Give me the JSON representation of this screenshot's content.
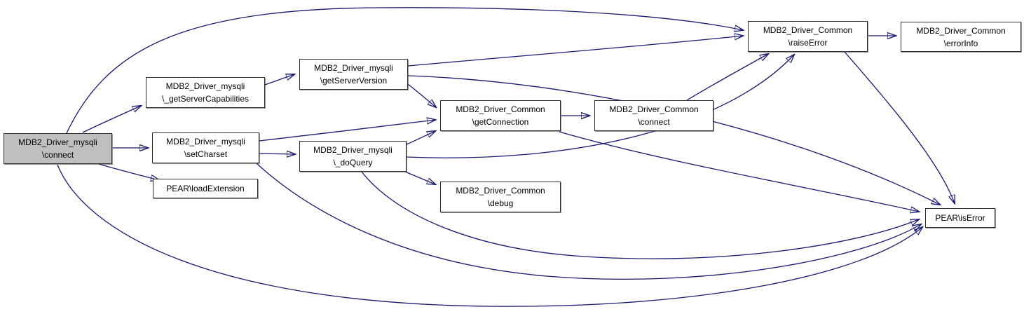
{
  "diagram": {
    "type": "doxygen-call-graph",
    "root_function": "MDB2_Driver_mysqli\\connect",
    "colors": {
      "edge_color": "#191970",
      "node_border_color": "#2e2e2e",
      "node_fill": "#ffffff",
      "highlight_fill": "#bfbfbf"
    },
    "nodes": [
      {
        "id": "mysqli-connect",
        "line1": "MDB2_Driver_mysqli",
        "line2": "\\connect",
        "highlighted": true
      },
      {
        "id": "get-server-caps",
        "line1": "MDB2_Driver_mysqli",
        "line2": "\\_getServerCapabilities",
        "highlighted": false
      },
      {
        "id": "set-charset",
        "line1": "MDB2_Driver_mysqli",
        "line2": "\\setCharset",
        "highlighted": false
      },
      {
        "id": "load-extension",
        "line1": "PEAR\\loadExtension",
        "line2": "",
        "highlighted": false
      },
      {
        "id": "get-server-version",
        "line1": "MDB2_Driver_mysqli",
        "line2": "\\getServerVersion",
        "highlighted": false
      },
      {
        "id": "do-query",
        "line1": "MDB2_Driver_mysqli",
        "line2": "\\_doQuery",
        "highlighted": false
      },
      {
        "id": "get-connection",
        "line1": "MDB2_Driver_Common",
        "line2": "\\getConnection",
        "highlighted": false
      },
      {
        "id": "debug",
        "line1": "MDB2_Driver_Common",
        "line2": "\\debug",
        "highlighted": false
      },
      {
        "id": "common-connect",
        "line1": "MDB2_Driver_Common",
        "line2": "\\connect",
        "highlighted": false
      },
      {
        "id": "raise-error",
        "line1": "MDB2_Driver_Common",
        "line2": "\\raiseError",
        "highlighted": false
      },
      {
        "id": "error-info",
        "line1": "MDB2_Driver_Common",
        "line2": "\\errorInfo",
        "highlighted": false
      },
      {
        "id": "is-error",
        "line1": "PEAR\\isError",
        "line2": "",
        "highlighted": false
      }
    ],
    "edges": [
      {
        "from": "mysqli-connect",
        "to": "raise-error"
      },
      {
        "from": "mysqli-connect",
        "to": "get-server-caps"
      },
      {
        "from": "mysqli-connect",
        "to": "set-charset"
      },
      {
        "from": "mysqli-connect",
        "to": "load-extension"
      },
      {
        "from": "mysqli-connect",
        "to": "is-error"
      },
      {
        "from": "get-server-caps",
        "to": "get-server-version"
      },
      {
        "from": "get-server-version",
        "to": "get-connection"
      },
      {
        "from": "get-server-version",
        "to": "raise-error"
      },
      {
        "from": "get-server-version",
        "to": "is-error"
      },
      {
        "from": "set-charset",
        "to": "get-connection"
      },
      {
        "from": "set-charset",
        "to": "do-query"
      },
      {
        "from": "set-charset",
        "to": "is-error"
      },
      {
        "from": "do-query",
        "to": "get-connection"
      },
      {
        "from": "do-query",
        "to": "raise-error"
      },
      {
        "from": "do-query",
        "to": "debug"
      },
      {
        "from": "do-query",
        "to": "is-error"
      },
      {
        "from": "get-connection",
        "to": "common-connect"
      },
      {
        "from": "get-connection",
        "to": "is-error"
      },
      {
        "from": "common-connect",
        "to": "raise-error"
      },
      {
        "from": "raise-error",
        "to": "error-info"
      },
      {
        "from": "raise-error",
        "to": "is-error"
      }
    ]
  }
}
